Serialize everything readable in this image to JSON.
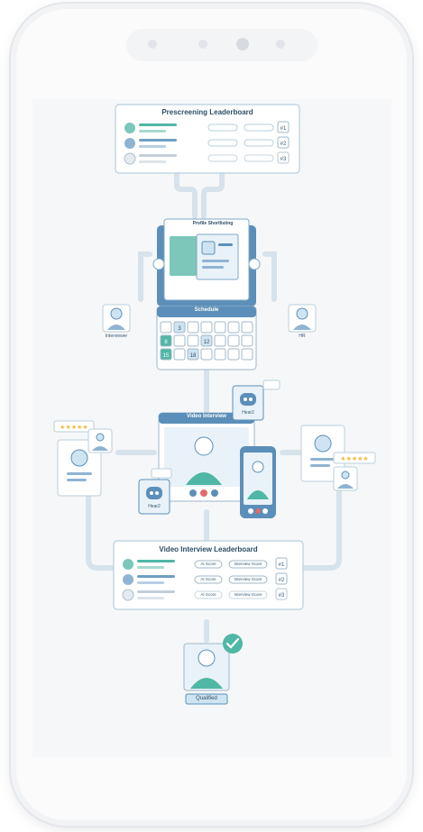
{
  "prescreening": {
    "title": "Prescreening Leaderboard",
    "ranks": [
      "#1",
      "#2",
      "#3"
    ]
  },
  "shortlisting": {
    "title": "Profile Shortlisting"
  },
  "schedule": {
    "title": "Schedule",
    "highlighted_days": [
      "3",
      "8",
      "12",
      "15",
      "18"
    ],
    "interviewer_label": "Interviewer",
    "hr_label": "HR"
  },
  "video_interview": {
    "title": "Video Interview",
    "bot_label": "Hear2",
    "bot_label_2": "Hear2"
  },
  "video_leaderboard": {
    "title": "Video Interview Leaderboard",
    "ai_score_label": "AI Score",
    "interview_score_label": "Interview Score",
    "ranks": [
      "#1",
      "#2",
      "#3"
    ]
  },
  "qualified": {
    "label": "Qualified"
  },
  "colors": {
    "teal": "#4fb7a5",
    "blue": "#5b8fb9",
    "line": "#d8e5ee",
    "navy": "#2c4d66"
  }
}
